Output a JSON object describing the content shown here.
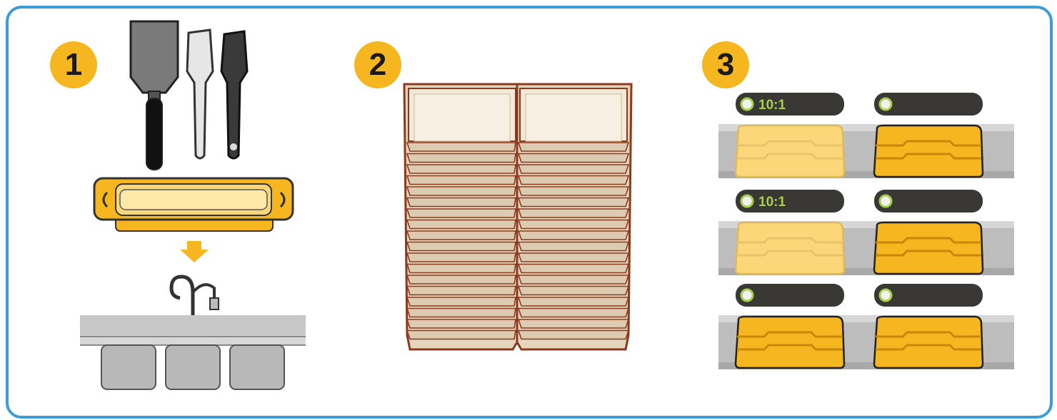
{
  "steps": [
    {
      "number": "1"
    },
    {
      "number": "2"
    },
    {
      "number": "3"
    }
  ],
  "holding_bin": {
    "slots": [
      {
        "timer_text": "10:1",
        "pan_state": "light"
      },
      {
        "timer_text": "",
        "pan_state": "full"
      },
      {
        "timer_text": "10:1",
        "pan_state": "light"
      },
      {
        "timer_text": "",
        "pan_state": "full"
      },
      {
        "timer_text": "",
        "pan_state": "full"
      },
      {
        "timer_text": "",
        "pan_state": "full"
      }
    ]
  },
  "colors": {
    "border": "#3d9bd6",
    "badge": "#f6b620",
    "pan_full": "#f6b620",
    "pan_light": "#fbd77a",
    "timer_bar": "#3a3835",
    "timer_text": "#a6d04a",
    "tray_fill": "#e4d5bd",
    "tray_edge": "#8b3a1e"
  },
  "icons": [
    "spatula-icon",
    "scraper-icon",
    "pan-icon",
    "arrow-down-icon",
    "sink-icon",
    "tray-stack-icon",
    "timer-icon"
  ]
}
